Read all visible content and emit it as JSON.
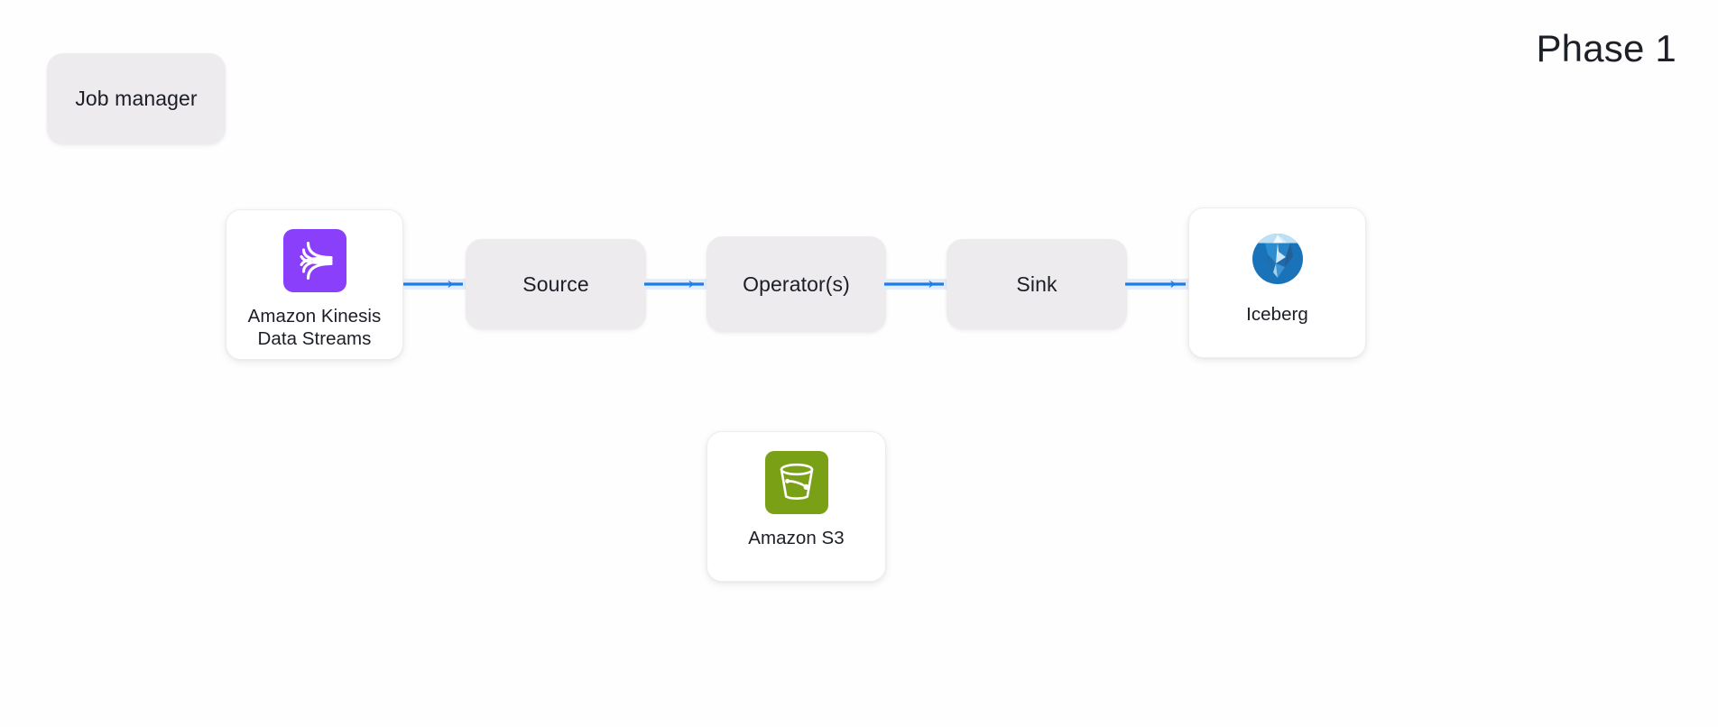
{
  "page": {
    "title": "Phase 1",
    "background_color": "#FEFEFE",
    "text_color": "#1E2028"
  },
  "colors": {
    "grey_box_fill": "#EDEBEE",
    "card_fill": "#FFFFFF",
    "card_border": "#EDEDF1",
    "arrow_line": "#1E7CE8",
    "arrow_band": "#E4EDFC",
    "kinesis_purple": "#8A3FFB",
    "s3_green": "#7AA116",
    "iceberg_blue": "#1A73B8",
    "iceberg_light": "#BEE0F5"
  },
  "job_manager": {
    "label": "Job manager"
  },
  "pipeline": {
    "nodes": [
      {
        "id": "kinesis",
        "type": "service-card",
        "label": "Amazon Kinesis\nData Streams",
        "icon": "amazon-kinesis-data-streams-icon"
      },
      {
        "id": "source",
        "type": "process-box",
        "label": "Source"
      },
      {
        "id": "operator",
        "type": "process-box",
        "label": "Operator(s)"
      },
      {
        "id": "sink",
        "type": "process-box",
        "label": "Sink"
      },
      {
        "id": "iceberg",
        "type": "service-card",
        "label": "Iceberg",
        "icon": "apache-iceberg-icon"
      }
    ],
    "connectors": [
      {
        "id": "arrow-1",
        "from": "kinesis",
        "to": "source",
        "direction": "right"
      },
      {
        "id": "arrow-2",
        "from": "source",
        "to": "operator",
        "direction": "right"
      },
      {
        "id": "arrow-3",
        "from": "operator",
        "to": "sink",
        "direction": "right"
      },
      {
        "id": "arrow-4",
        "from": "sink",
        "to": "iceberg",
        "direction": "right"
      }
    ]
  },
  "storage": {
    "id": "s3",
    "label": "Amazon S3",
    "icon": "amazon-s3-bucket-icon"
  }
}
